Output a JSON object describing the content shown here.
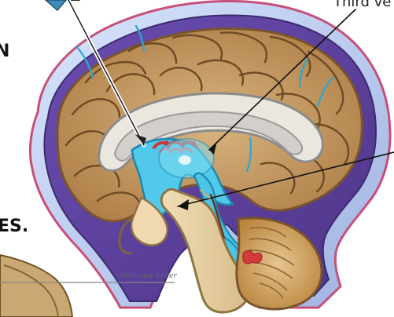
{
  "labels": {
    "top_right": "Third ve",
    "left_fragment_1": "N",
    "left_fragment_2": "ES.",
    "signature": "clémence heller"
  },
  "colors": {
    "skull_outer": "#b6c6ec",
    "skull_outline": "#c84f7a",
    "dura_purple": "#5b3f9a",
    "brain_tan": "#c79a5f",
    "brain_dark": "#8a5f2f",
    "ventricle_blue": "#49c8ea",
    "choroid_red": "#d03a3a",
    "stem_beige": "#e9d2a8"
  }
}
